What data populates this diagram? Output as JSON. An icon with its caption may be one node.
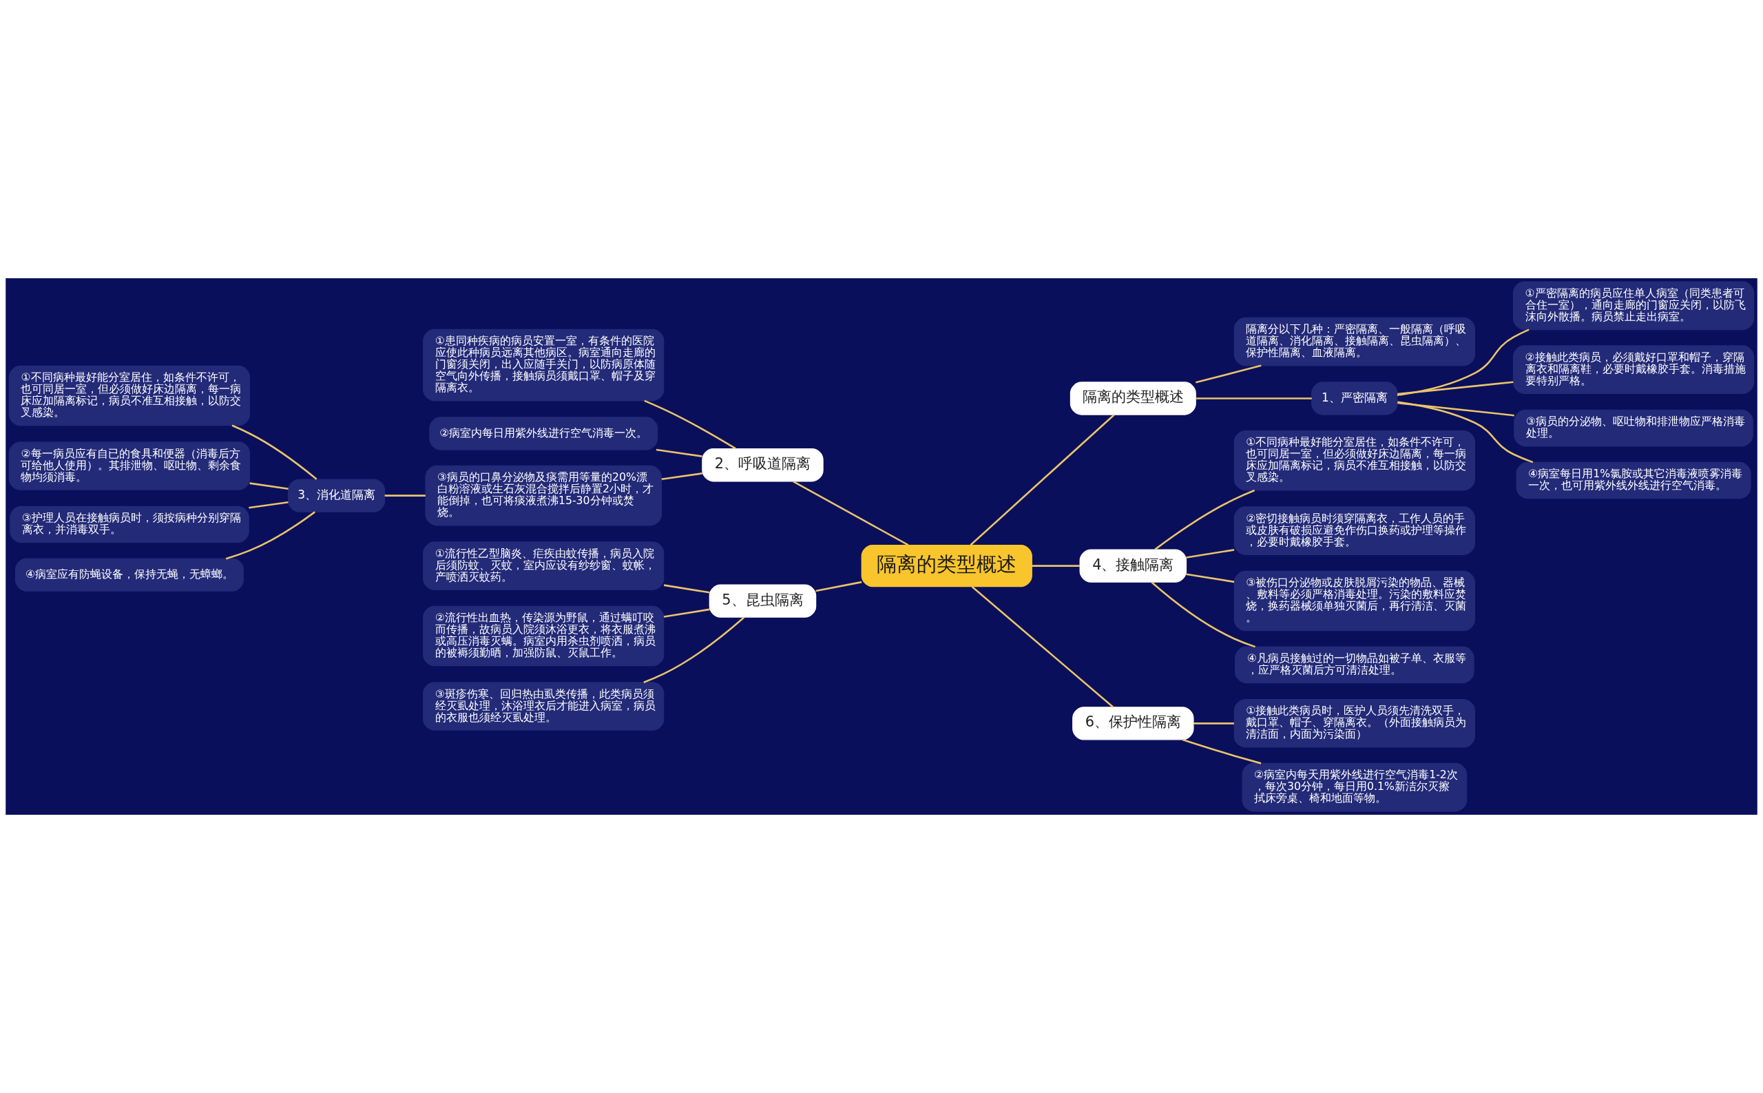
{
  "diagram": {
    "nodes": [
      {
        "text": [
          "隔离的类型概述"
        ]
      },
      {
        "text": [
          "隔离的类型概述"
        ]
      },
      {
        "text": [
          "隔离分以下几种：严密隔离、一般隔离（呼吸道隔离、消化隔离、接触隔离、昆虫隔离）、保护性隔离、血液隔离。"
        ]
      },
      {
        "text": [
          "1、严密隔离"
        ]
      },
      {
        "text": [
          "①严密隔离的病员应住单人病室（同类患者可合住一室），通向走廊的门窗应关闭，以防飞沫向外散播。病员禁止走出病室。"
        ]
      },
      {
        "text": [
          "②接触此类病员，必须戴好口罩和帽子，穿隔离衣和隔离鞋，必要时戴橡胶手套。消毒措施要特别严格。"
        ]
      },
      {
        "text": [
          "③病员的分泌物、呕吐物和排泄物应严格消毒处理。"
        ]
      },
      {
        "text": [
          "④病室每日用1%氯胺或其它消毒液喷雾消毒一次，也可用紫外线外线进行空气消毒。"
        ]
      },
      {
        "text": [
          "2、呼吸道隔离"
        ]
      },
      {
        "text": [
          "①患同种疾病的病员安置一室，有条件的医院应使此种病员远离其他病区。病室通向走廊的门窗须关闭，出入应随手关门，以防病原体随空气向外传播，接触病员须戴口罩、帽子及穿隔离衣。"
        ]
      },
      {
        "text": [
          "②病室内每日用紫外线进行空气消毒一次。"
        ]
      },
      {
        "text": [
          "③病员的口鼻分泌物及痰需用等量的20%漂白粉溶液或生石灰混合搅拌后静置2小时，才能倒掉，也可将痰液煮沸15-30分钟或焚烧。"
        ]
      },
      {
        "text": [
          "3、消化道隔离"
        ]
      },
      {
        "text": [
          "①不同病种最好能分室居住，如条件不许可，也可同居一室，但必须做好床边隔离，每一病床应加隔离标记，病员不准互相接触，以防交叉感染。"
        ]
      },
      {
        "text": [
          "②每一病员应有自已的食具和便器（消毒后方可给他人使用）。其排泄物、呕吐物、剩余食物均须消毒。"
        ]
      },
      {
        "text": [
          "③护理人员在接触病员时，须按病种分别穿隔离衣，并消毒双手。"
        ]
      },
      {
        "text": [
          "④病室应有防蝇设备，保持无蝇，无蟑螂。"
        ]
      },
      {
        "text": [
          "4、接触隔离"
        ]
      },
      {
        "text": [
          "①不同病种最好能分室居住，如条件不许可，也可同居一室，但必须做好床边隔离，每一病床应加隔离标记，病员不准互相接触，以防交叉感染。"
        ]
      },
      {
        "text": [
          "②密切接触病员时须穿隔离衣，工作人员的手或皮肤有破损应避免作伤口换药或护理等操作，必要时戴橡胶手套。"
        ]
      },
      {
        "text": [
          "③被伤口分泌物或皮肤脱屑污染的物品、器械、敷料等必须严格消毒处理。污染的敷料应焚烧，换药器械须单独灭菌后，再行清洁、灭菌。"
        ]
      },
      {
        "text": [
          "④凡病员接触过的一切物品如被子单、衣服等，应严格灭菌后方可清洁处理。"
        ]
      },
      {
        "text": [
          "5、昆虫隔离"
        ]
      },
      {
        "text": [
          "①流行性乙型脑炎、疟疾由蚊传播，病员入院后须防蚊、灭蚊，室内应设有纱纱窗、蚊帐，产喷洒灭蚊药。"
        ]
      },
      {
        "text": [
          "②流行性出血热，传染源为野鼠，通过螨叮咬而传播，故病员入院须沐浴更衣，将衣服煮沸或高压消毒灭螨。病室内用杀虫剂喷洒，病员的被褥须勤晒，加强防鼠、灭鼠工作。"
        ]
      },
      {
        "text": [
          "③斑疹伤寒、回归热由虱类传播，此类病员须经灭虱处理，沐浴理衣后才能进入病室，病员的衣服也须经灭虱处理。"
        ]
      },
      {
        "text": [
          "6、保护性隔离"
        ]
      },
      {
        "text": [
          "①接触此类病员时，医护人员须先清洗双手，戴口罩、帽子、穿隔离衣。（外面接触病员为清洁面，内面为污染面）"
        ]
      },
      {
        "text": [
          "②病室内每天用紫外线进行空气消毒1-2次，每次30分钟，每日用0.1%新洁尔灭擦拭床旁桌、椅和地面等物。"
        ]
      }
    ],
    "edges": [
      {
        "from": 0,
        "to": 1,
        "arrow": "none"
      },
      {
        "from": 1,
        "to": 2,
        "arrow": "none"
      },
      {
        "from": 1,
        "to": 3,
        "arrow": "none"
      },
      {
        "from": 3,
        "to": 4,
        "arrow": "none"
      },
      {
        "from": 3,
        "to": 5,
        "arrow": "none"
      },
      {
        "from": 3,
        "to": 6,
        "arrow": "none"
      },
      {
        "from": 3,
        "to": 7,
        "arrow": "none"
      },
      {
        "from": 0,
        "to": 8,
        "arrow": "none"
      },
      {
        "from": 8,
        "to": 9,
        "arrow": "none"
      },
      {
        "from": 8,
        "to": 10,
        "arrow": "none"
      },
      {
        "from": 8,
        "to": 11,
        "arrow": "none"
      },
      {
        "from": 11,
        "to": 12,
        "arrow": "none"
      },
      {
        "from": 12,
        "to": 13,
        "arrow": "none"
      },
      {
        "from": 12,
        "to": 14,
        "arrow": "none"
      },
      {
        "from": 12,
        "to": 15,
        "arrow": "none"
      },
      {
        "from": 12,
        "to": 16,
        "arrow": "none"
      },
      {
        "from": 0,
        "to": 17,
        "arrow": "none"
      },
      {
        "from": 17,
        "to": 18,
        "arrow": "none"
      },
      {
        "from": 17,
        "to": 19,
        "arrow": "none"
      },
      {
        "from": 17,
        "to": 20,
        "arrow": "none"
      },
      {
        "from": 17,
        "to": 21,
        "arrow": "none"
      },
      {
        "from": 0,
        "to": 22,
        "arrow": "none"
      },
      {
        "from": 22,
        "to": 23,
        "arrow": "none"
      },
      {
        "from": 22,
        "to": 24,
        "arrow": "none"
      },
      {
        "from": 22,
        "to": 25,
        "arrow": "none"
      },
      {
        "from": 0,
        "to": 26,
        "arrow": "none"
      },
      {
        "from": 26,
        "to": 27,
        "arrow": "none"
      },
      {
        "from": 26,
        "to": 28,
        "arrow": "none"
      }
    ]
  }
}
